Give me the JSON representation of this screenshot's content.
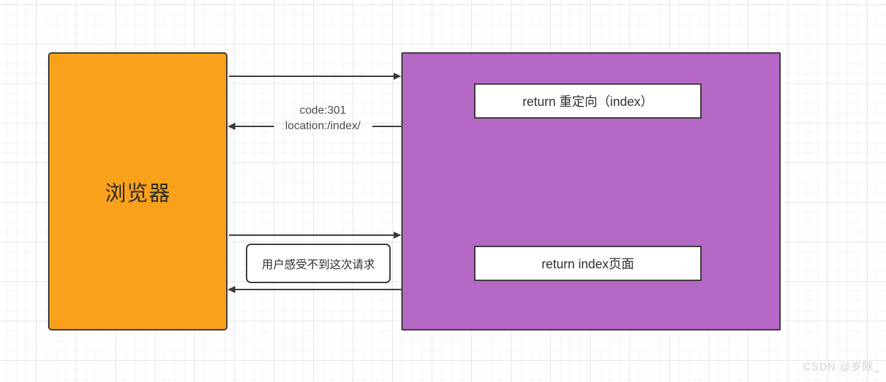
{
  "diagram": {
    "nodes": {
      "browser": {
        "label": "浏览器",
        "fill": "#f9a11b"
      },
      "server": {
        "fill": "#b567c6"
      },
      "redirect_response": {
        "label": "return 重定向（index）"
      },
      "index_response": {
        "label": "return index页面"
      },
      "note": {
        "label": "用户感受不到这次请求"
      }
    },
    "edge_labels": {
      "response_code": "code:301",
      "response_location": "location:/index/"
    },
    "colors": {
      "stroke": "#3a3a3a",
      "grid_minor": "#f3f3f3",
      "grid_major": "#e6e6e6"
    }
  },
  "watermark": {
    "text": "CSDN @岁除_"
  }
}
